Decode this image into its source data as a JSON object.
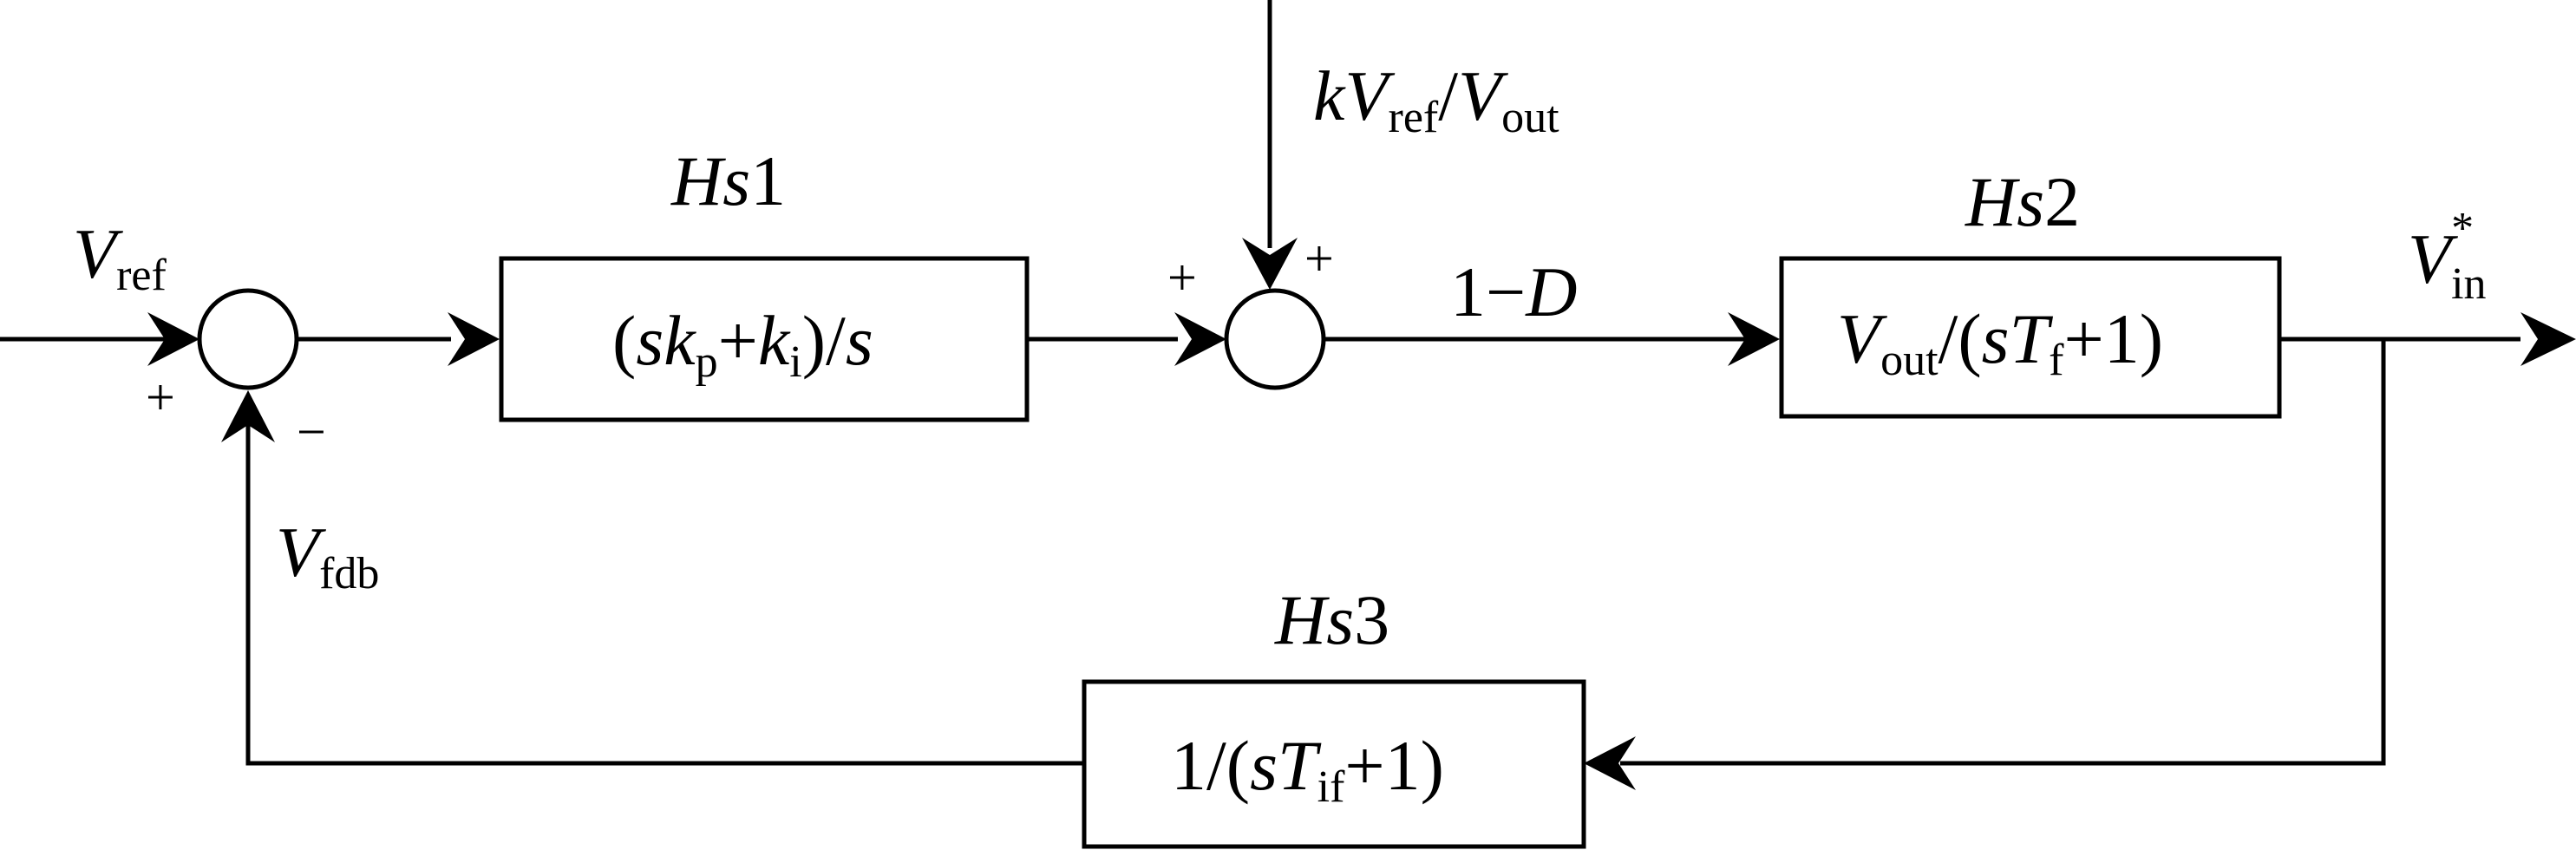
{
  "inputs": {
    "vref": {
      "sym": "V",
      "sub": "ref"
    },
    "feedforward": {
      "k": "k",
      "v1": "V",
      "s1": "ref",
      "slash": "/",
      "v2": "V",
      "s2": "out"
    }
  },
  "signs": {
    "sum1_plus": "+",
    "sum1_minus": "−",
    "sum2_left_plus": "+",
    "sum2_top_plus": "+"
  },
  "signals": {
    "duty": {
      "one": "1",
      "minus": "−",
      "d": "D"
    },
    "output": {
      "sym": "V",
      "sub": "in",
      "sup": "*"
    },
    "feedback": {
      "sym": "V",
      "sub": "fdb"
    }
  },
  "blocks": {
    "hs1": {
      "name": {
        "h": "Hs",
        "n": "1"
      },
      "tf": {
        "open": "(",
        "s": "s",
        "k1": "k",
        "k1sub": "p",
        "plus": "+",
        "k2": "k",
        "k2sub": "i",
        "close": ")/",
        "s2": "s"
      }
    },
    "hs2": {
      "name": {
        "h": "Hs",
        "n": "2"
      },
      "tf": {
        "v": "V",
        "vsub": "out",
        "mid": "/(",
        "s": "s",
        "t": "T",
        "tsub": "f",
        "tail": "+1)"
      }
    },
    "hs3": {
      "name": {
        "h": "Hs",
        "n": "3"
      },
      "tf": {
        "head": "1/(",
        "s": "s",
        "t": "T",
        "tsub": "if",
        "tail": "+1)"
      }
    }
  }
}
